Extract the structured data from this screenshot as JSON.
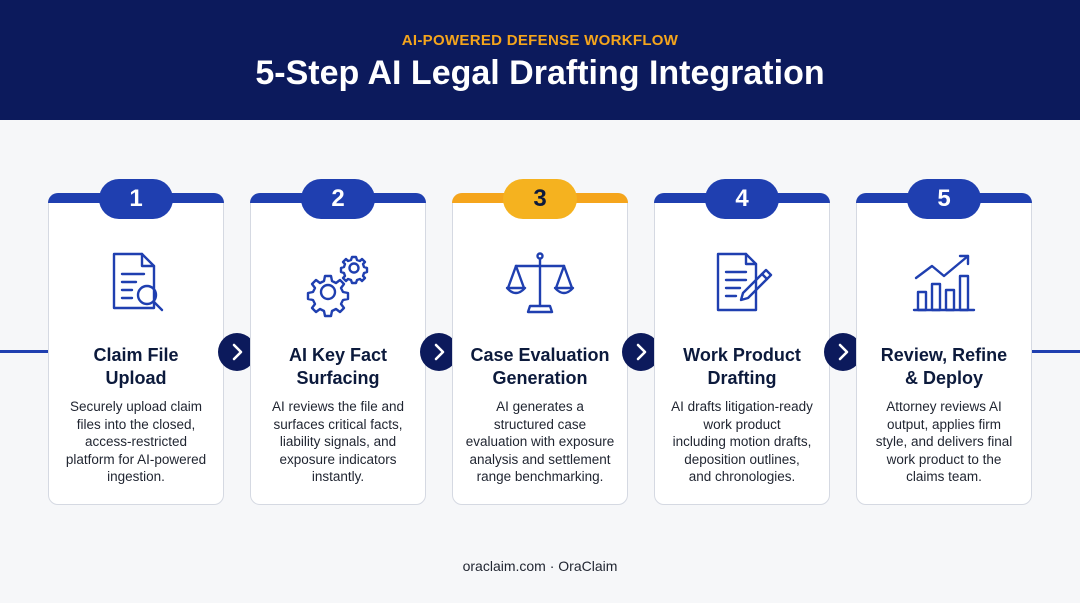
{
  "header": {
    "eyebrow": "AI-POWERED DEFENSE WORKFLOW",
    "title": "5-Step AI Legal Drafting Integration"
  },
  "steps": [
    {
      "number": "1",
      "title_line1": "Claim File",
      "title_line2": "Upload",
      "desc_lines": [
        "Securely upload claim",
        "files into the closed,",
        "access-restricted",
        "platform for AI-powered",
        "ingestion."
      ],
      "icon": "document-search-icon",
      "active": false
    },
    {
      "number": "2",
      "title_line1": "AI Key Fact",
      "title_line2": "Surfacing",
      "desc_lines": [
        "AI reviews the file and",
        "surfaces critical facts,",
        "liability signals, and",
        "exposure indicators",
        "instantly."
      ],
      "icon": "gears-icon",
      "active": false
    },
    {
      "number": "3",
      "title_line1": "Case Evaluation",
      "title_line2": "Generation",
      "desc_lines": [
        "AI generates a",
        "structured case",
        "evaluation with exposure",
        "analysis and settlement",
        "range benchmarking."
      ],
      "icon": "scales-icon",
      "active": true
    },
    {
      "number": "4",
      "title_line1": "Work Product",
      "title_line2": "Drafting",
      "desc_lines": [
        "AI drafts litigation-ready",
        "work product",
        "including motion drafts,",
        "deposition outlines,",
        "and chronologies."
      ],
      "icon": "document-pen-icon",
      "active": false
    },
    {
      "number": "5",
      "title_line1": "Review, Refine",
      "title_line2": "& Deploy",
      "desc_lines": [
        "Attorney reviews AI",
        "output, applies firm",
        "style, and delivers final",
        "work product to the",
        "claims team."
      ],
      "icon": "growth-chart-icon",
      "active": false
    }
  ],
  "colors": {
    "navy": "#0c1a5c",
    "blue": "#1f3fb0",
    "gold": "#f5a51c"
  },
  "footer": "oraclaim.com · OraClaim"
}
